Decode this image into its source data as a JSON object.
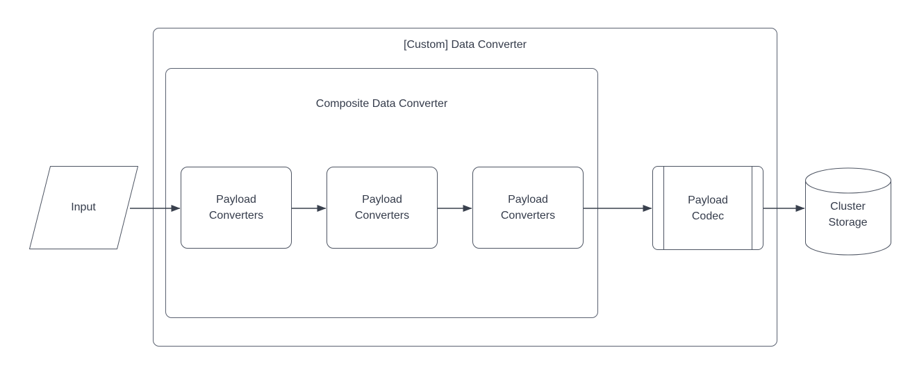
{
  "colors": {
    "background": "#ffffff",
    "container_stroke": "#5a6170",
    "node_stroke": "#4d5462",
    "arrow": "#39404d",
    "text": "#343b4a"
  },
  "diagram": {
    "outer_container": {
      "title": "[Custom] Data Converter"
    },
    "inner_container": {
      "title": "Composite Data Converter"
    },
    "input_node": {
      "label": "Input",
      "shape": "parallelogram"
    },
    "converters": [
      {
        "label": "Payload\nConverters"
      },
      {
        "label": "Payload\nConverters"
      },
      {
        "label": "Payload\nConverters"
      }
    ],
    "codec_node": {
      "label": "Payload\nCodec",
      "shape": "predefined-process"
    },
    "storage_node": {
      "label": "Cluster\nStorage",
      "shape": "cylinder"
    }
  }
}
